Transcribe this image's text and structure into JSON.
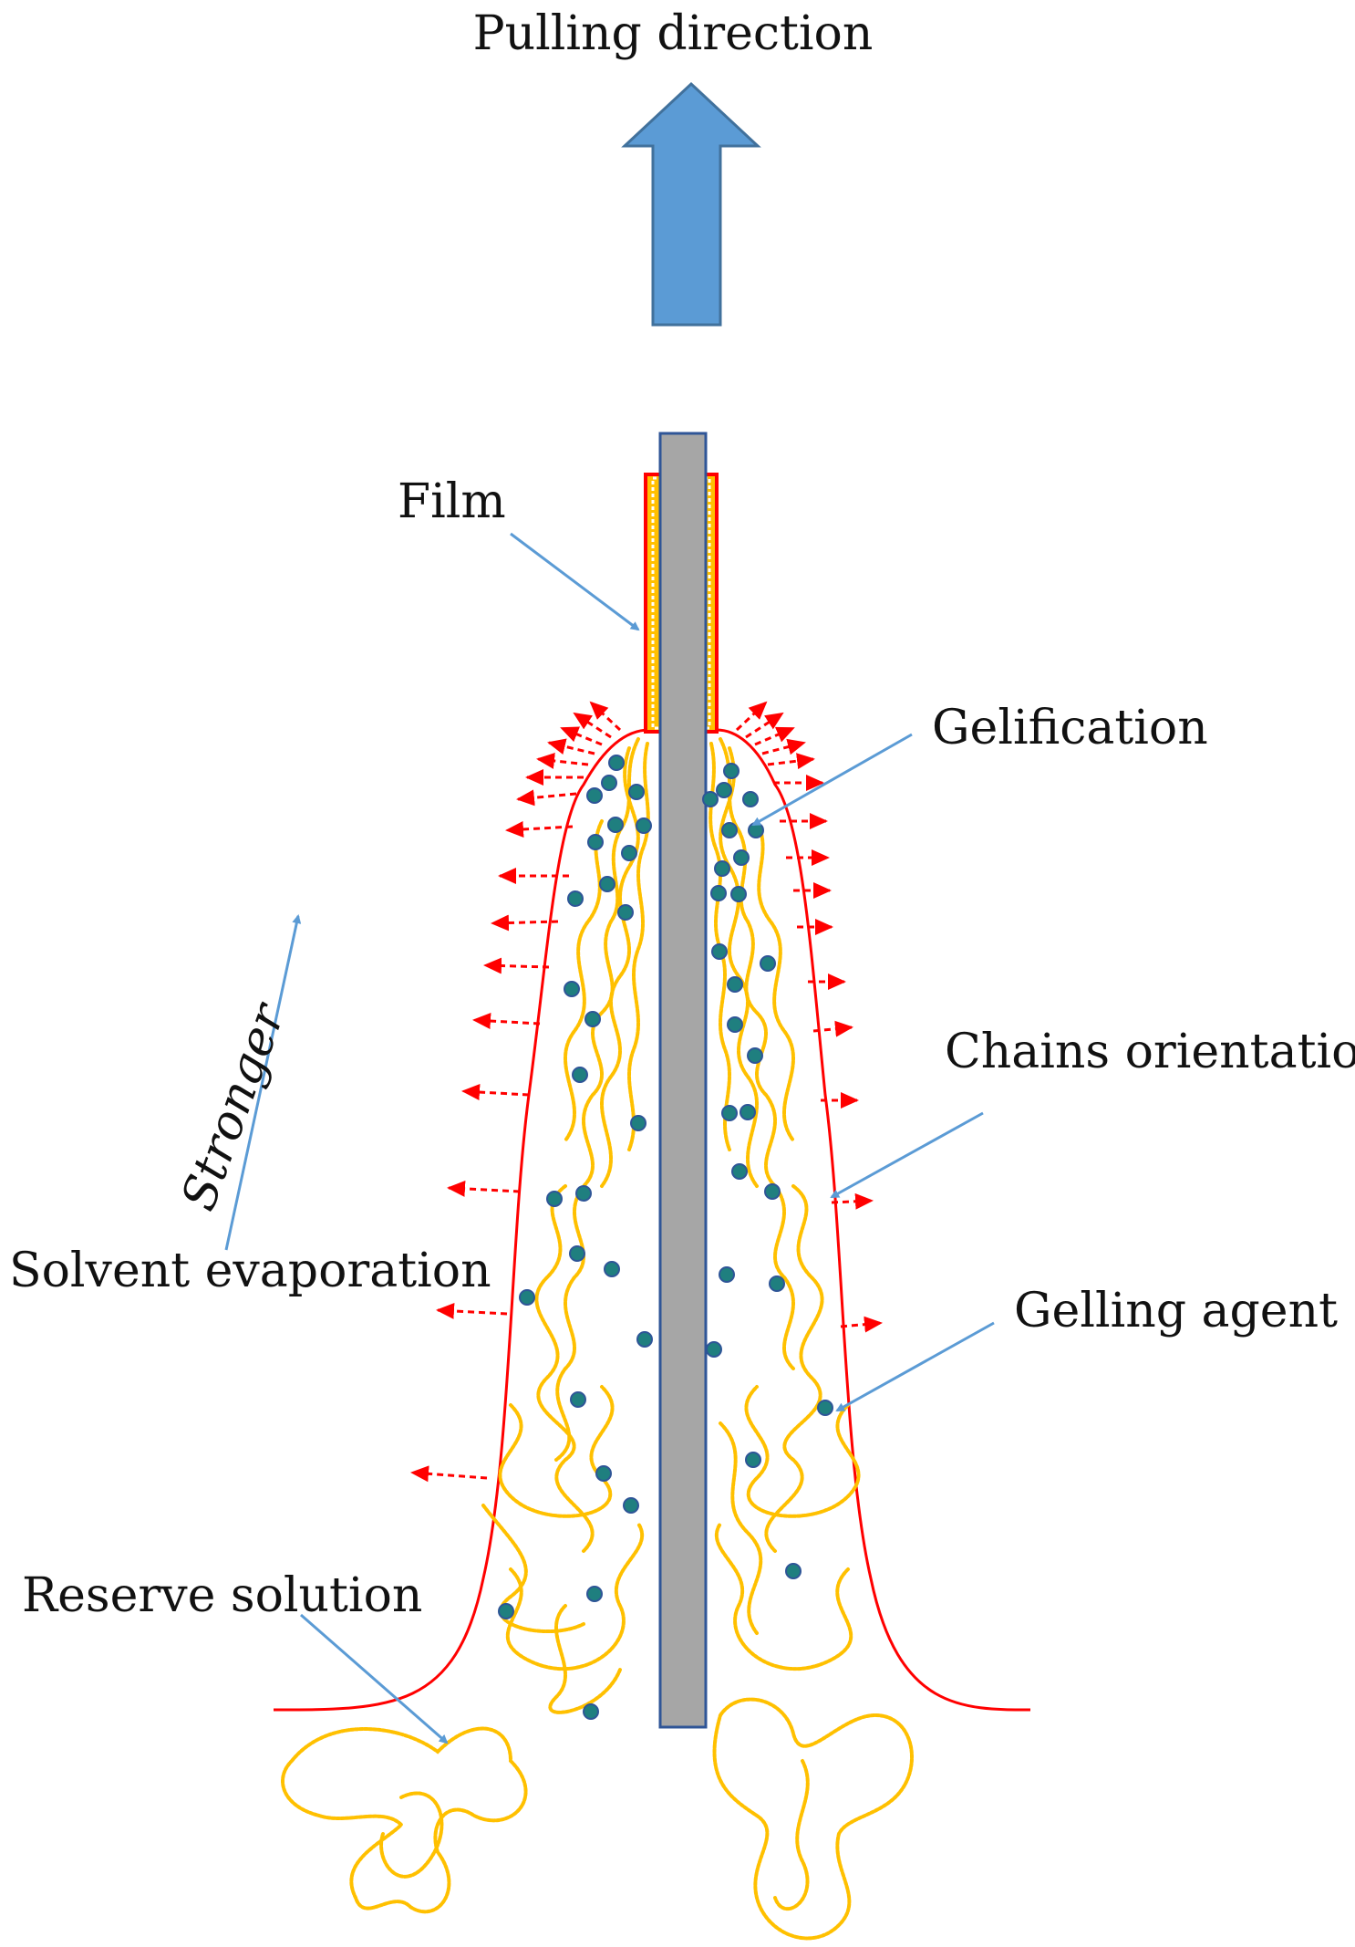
{
  "labels": {
    "pulling_direction": "Pulling direction",
    "film": "Film",
    "gelification": "Gelification",
    "chains_orientation": "Chains orientation",
    "gelling_agent": "Gelling agent",
    "stronger": "Stronger",
    "solvent_evaporation": "Solvent evaporation",
    "reserve_solution": "Reserve solution"
  },
  "colors": {
    "pull_arrow_fill": "#5b9bd5",
    "pull_arrow_stroke": "#41719c",
    "substrate_fill": "#a6a6a6",
    "substrate_stroke": "#2f5597",
    "meniscus_line": "#ff0000",
    "evaporation_arrow": "#ff0000",
    "polymer_chain": "#ffc000",
    "gelling_agent_fill": "#1f7f7f",
    "gelling_agent_stroke": "#2e5597",
    "pointer_line": "#5b9bd5"
  }
}
